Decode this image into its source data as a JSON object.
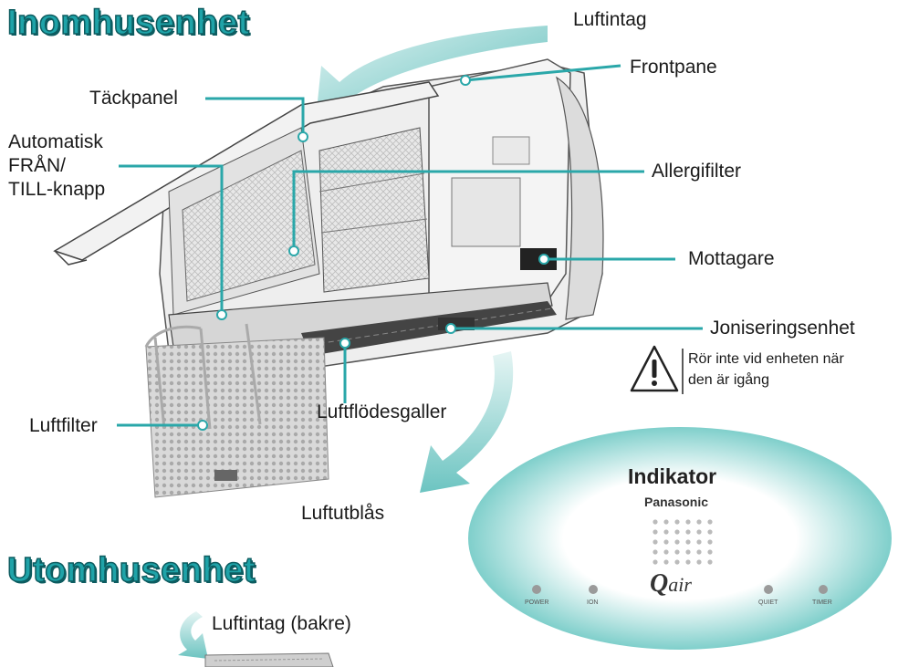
{
  "indoor_heading": "Inomhusenhet",
  "outdoor_heading": "Utomhusenhet",
  "labels": {
    "luftintag": "Luftintag",
    "frontpanel": "Frontpane",
    "tackpanel": "Täckpanel",
    "auto_line1": "Automatisk",
    "auto_line2": "FRÅN/",
    "auto_line3": "TILL-knapp",
    "allergifilter": "Allergifilter",
    "mottagare": "Mottagare",
    "joniseringsenhet": "Joniseringsenhet",
    "warning_line1": "Rör inte vid enheten när",
    "warning_line2": "den är igång",
    "luftflodesgaller": "Luftflödesgaller",
    "luftfilter": "Luftfilter",
    "luftutblas": "Luftutblås",
    "luftintag_bakre": "Luftintag (bakre)"
  },
  "indicator": {
    "title": "Indikator",
    "brand": "Panasonic",
    "logo": "air",
    "leds": [
      "POWER",
      "ION",
      "QUIET",
      "TIMER"
    ]
  },
  "colors": {
    "teal": "#1fa3a8",
    "teal_dark": "#0d5c60",
    "leader": "#2aa7a9"
  },
  "icons": [
    "warning-icon",
    "airflow-arrow-icon"
  ]
}
